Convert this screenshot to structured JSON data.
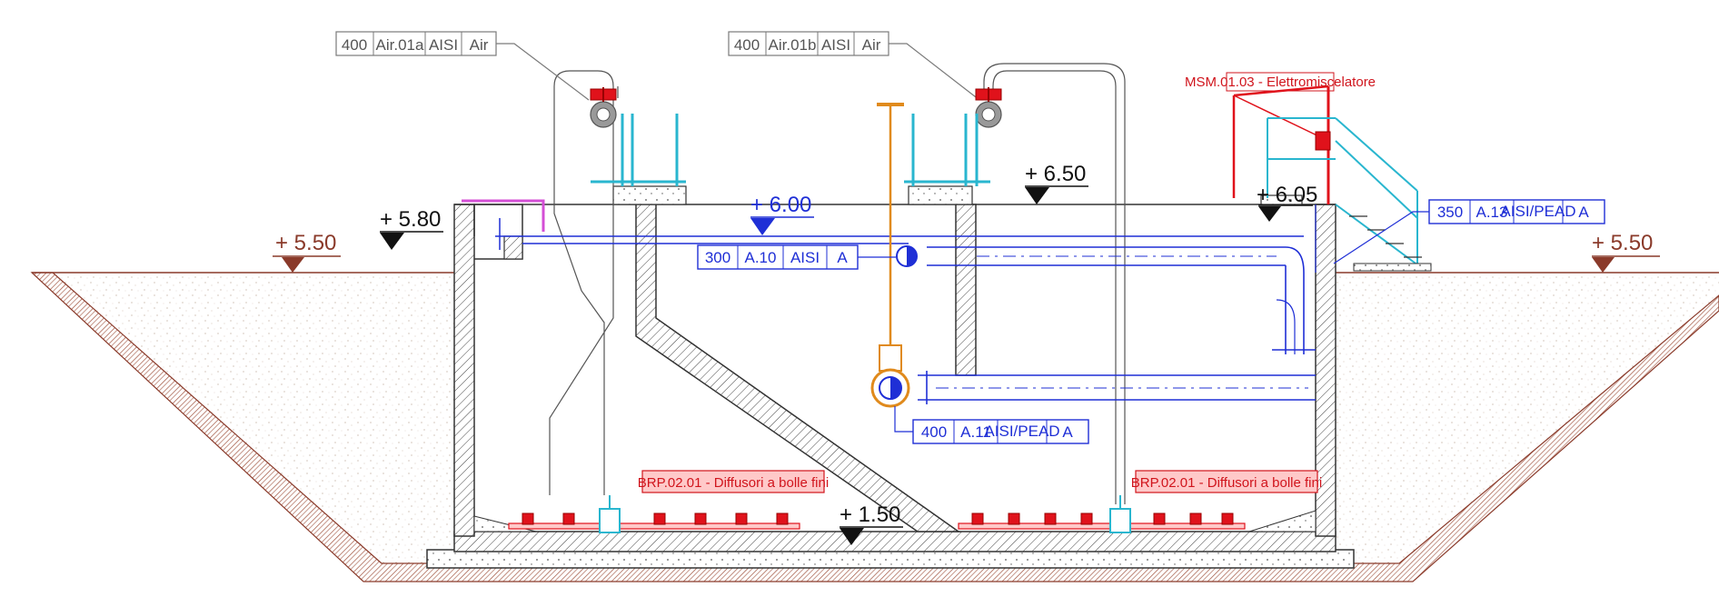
{
  "colors": {
    "grey_tag": "#7a7a7a",
    "blue_pipe": "#1f2fd6",
    "red_equipment": "#e0121b",
    "red_fill": "#ffc9c9",
    "cyan_frame": "#29b6cf",
    "ground": "#8a3a2a",
    "concrete": "#333333",
    "valve": "#e08a1c"
  },
  "air_tags": [
    {
      "id": "air01a",
      "cells": [
        "400",
        "Air.01a",
        "AISI",
        "Air"
      ]
    },
    {
      "id": "air01b",
      "cells": [
        "400",
        "Air.01b",
        "AISI",
        "Air"
      ]
    }
  ],
  "pipe_tags": [
    {
      "id": "a10",
      "cells": [
        "300",
        "A.10",
        "AISI",
        "A"
      ]
    },
    {
      "id": "a11",
      "cells": [
        "400",
        "A.11",
        "AISI/PEAD",
        "A"
      ]
    },
    {
      "id": "a13",
      "cells": [
        "350",
        "A.13",
        "AISI/PEAD",
        "A"
      ]
    }
  ],
  "levels": {
    "ground_left": "+ 5.50",
    "ground_right": "+ 5.50",
    "wall_top": "+ 5.80",
    "water": "+ 6.00",
    "platform": "+ 6.50",
    "stair": "+ 6.05",
    "bottom": "+ 1.50"
  },
  "labels": {
    "mixer": "MSM.01.03 - Elettromiscelatore",
    "diffusers_left": "BRP.02.01 - Diffusori a bolle fini",
    "diffusers_right": "BRP.02.01 - Diffusori a bolle fini"
  },
  "icons": [
    "level-marker-icon",
    "valve-icon",
    "diffuser-icon",
    "mixer-icon",
    "gate-valve-icon"
  ]
}
